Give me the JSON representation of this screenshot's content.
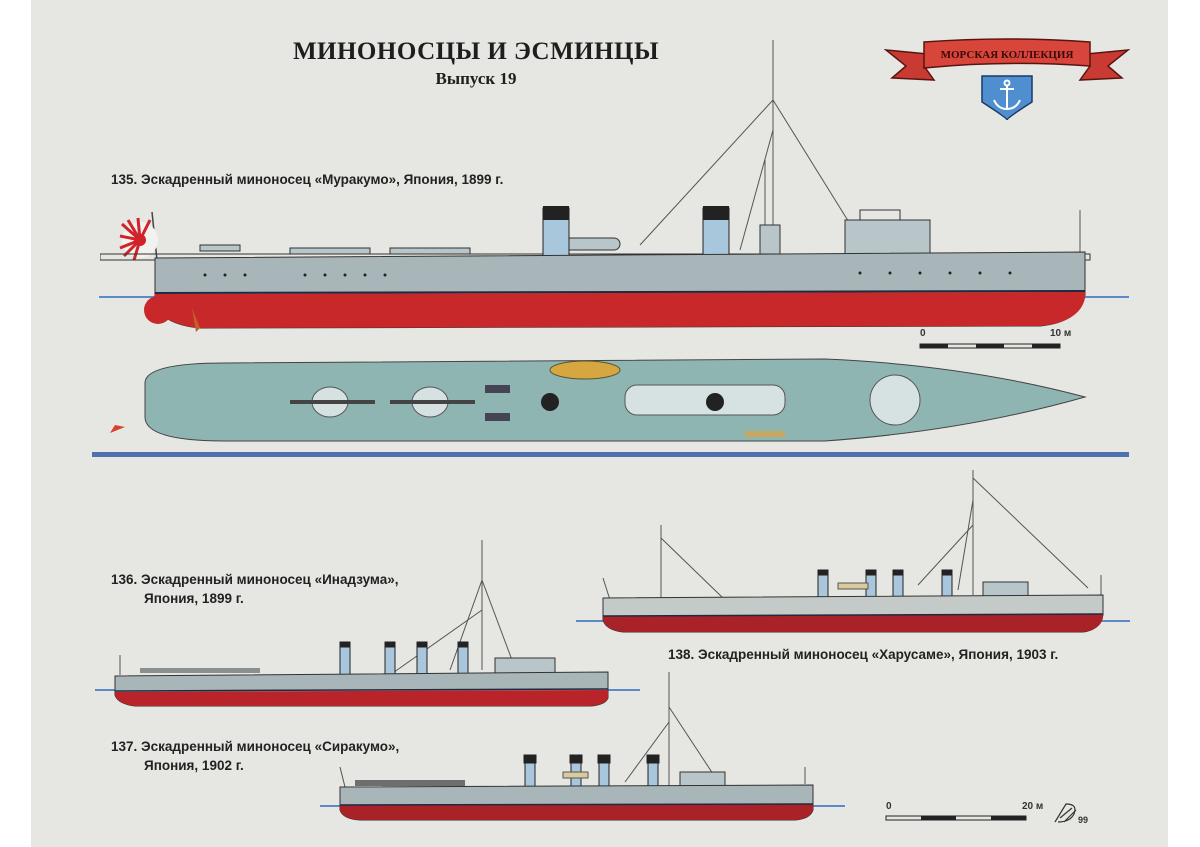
{
  "header": {
    "title": "МИНОНОСЦЫ И ЭСМИНЦЫ",
    "subtitle": "Выпуск 19"
  },
  "emblem": {
    "ribbon_text": "МОРСКАЯ КОЛЛЕКЦИЯ",
    "shield_icon": "anchor-icon",
    "colors": {
      "ribbon": "#d8453a",
      "shield": "#4f8fd0"
    }
  },
  "ships": [
    {
      "number": "135.",
      "label": "Эскадренный миноносец «Муракумо», Япония, 1899 г.",
      "line1": "135. Эскадренный миноносец «Муракумо», Япония, 1899 г.",
      "views": [
        "side-profile",
        "top-plan"
      ]
    },
    {
      "number": "136.",
      "line1": "136. Эскадренный миноносец «Инадзума»,",
      "line2": "Япония, 1899 г."
    },
    {
      "number": "137.",
      "line1": "137. Эскадренный миноносец «Сиракумо»,",
      "line2": "Япония, 1902 г."
    },
    {
      "number": "138.",
      "line1": "138. Эскадренный миноносец «Харусаме», Япония, 1903 г."
    }
  ],
  "scales": [
    {
      "start": "0",
      "end": "10 м"
    },
    {
      "start": "0",
      "end": "20 м"
    }
  ],
  "signature": {
    "year": "99"
  },
  "colors": {
    "background": "#e6e6e2",
    "hull_grey": "#a9b6b9",
    "hull_red": "#c8282a",
    "waterline": "#5a8ac8",
    "divider": "#4e72b0",
    "deck_plan": "#8fb5b2"
  }
}
